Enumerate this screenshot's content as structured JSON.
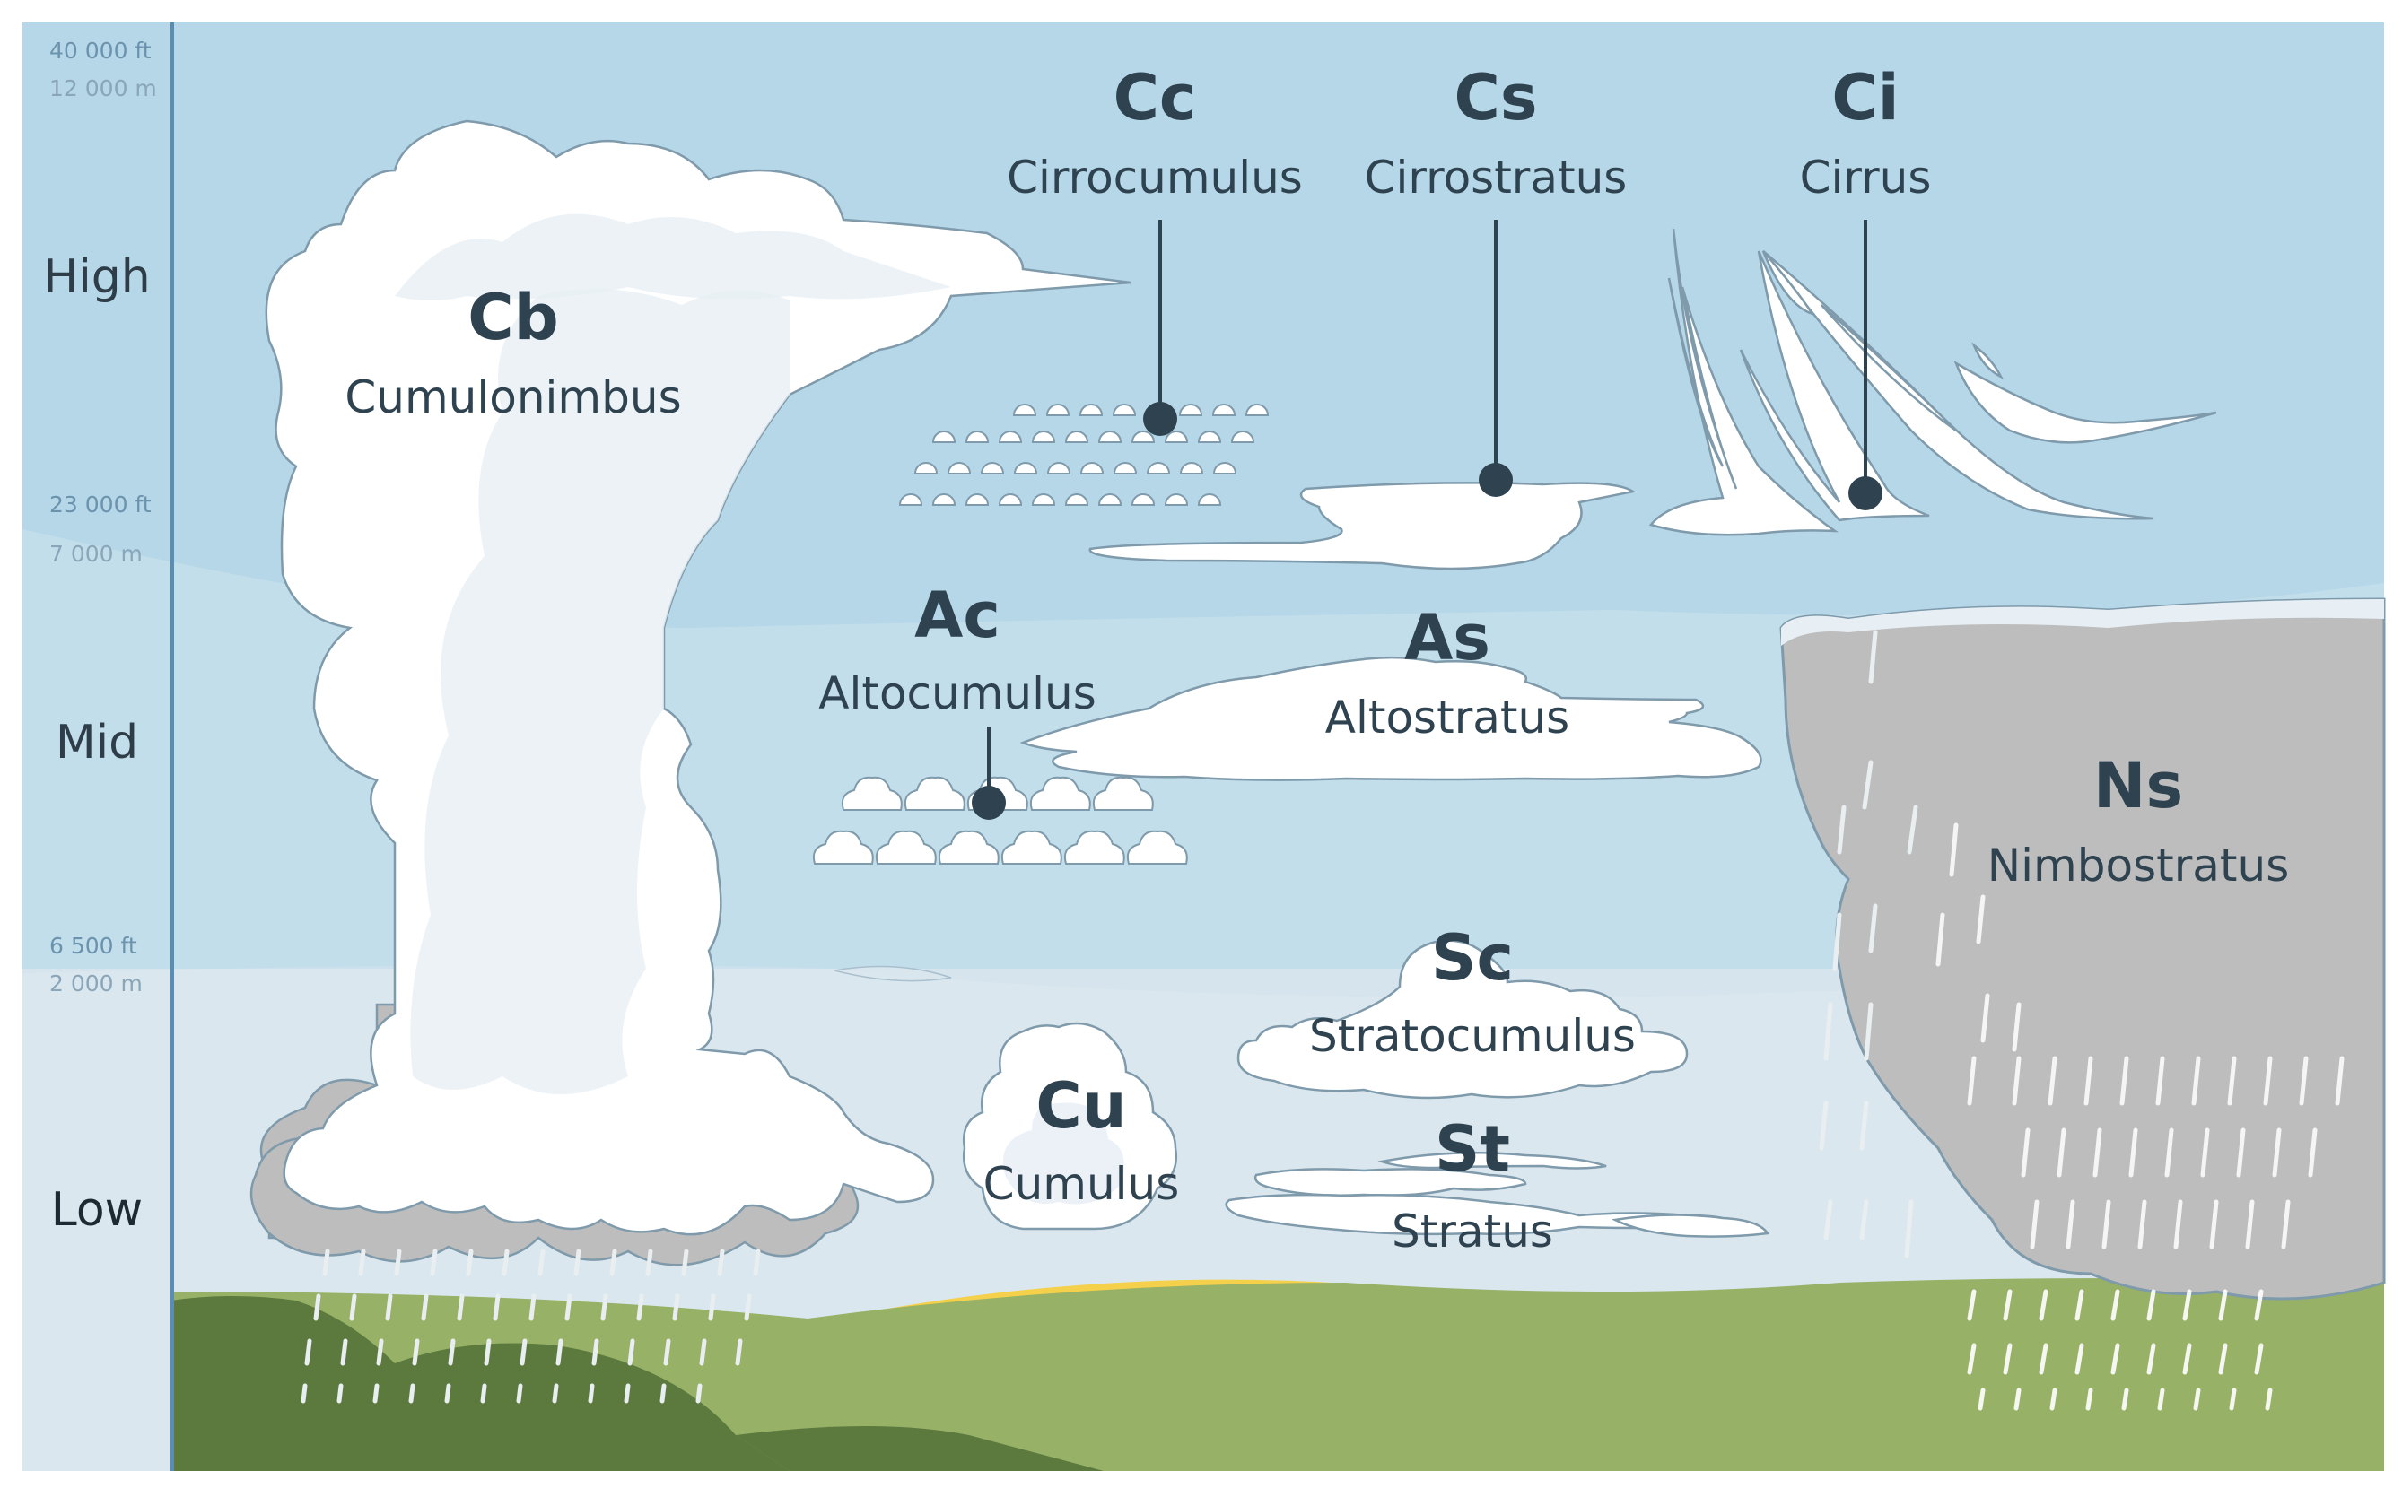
{
  "altitudes": {
    "top_ft": "40 000 ft",
    "top_m": "12 000 m",
    "high_ft": "23 000 ft",
    "high_m": "7 000 m",
    "mid_ft": "6 500 ft",
    "mid_m": "2 000 m"
  },
  "bands": {
    "high": "High",
    "mid": "Mid",
    "low": "Low"
  },
  "clouds": {
    "cb": {
      "code": "Cb",
      "name": "Cumulonimbus"
    },
    "cc": {
      "code": "Cc",
      "name": "Cirrocumulus"
    },
    "cs": {
      "code": "Cs",
      "name": "Cirrostratus"
    },
    "ci": {
      "code": "Ci",
      "name": "Cirrus"
    },
    "ac": {
      "code": "Ac",
      "name": "Altocumulus"
    },
    "as": {
      "code": "As",
      "name": "Altostratus"
    },
    "ns": {
      "code": "Ns",
      "name": "Nimbostratus"
    },
    "sc": {
      "code": "Sc",
      "name": "Stratocumulus"
    },
    "cu": {
      "code": "Cu",
      "name": "Cumulus"
    },
    "st": {
      "code": "St",
      "name": "Stratus"
    }
  },
  "colors": {
    "sky_high": "#b6d7e8",
    "sky_mid": "#c3deeb",
    "sky_low": "#dbe7ee",
    "hills_light": "#97b167",
    "hills_dark": "#5c7a3e",
    "sun_field": "#f5d04a",
    "rain_cloud": "#bdbdbd",
    "label": "#2e4250",
    "axis_line": "#5b8db3"
  }
}
